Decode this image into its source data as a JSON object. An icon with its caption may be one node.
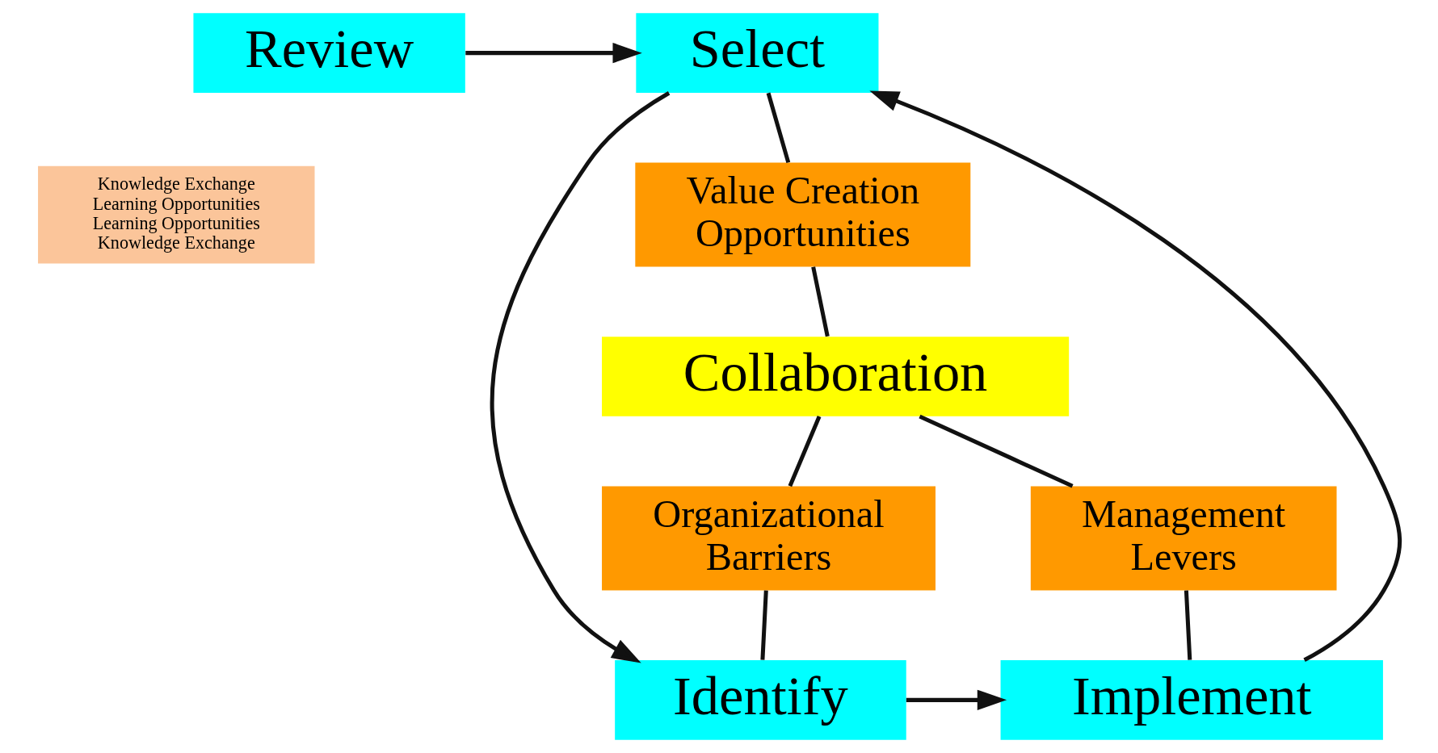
{
  "diagram": {
    "nodes": [
      {
        "text": [
          "Review"
        ]
      },
      {
        "text": [
          "Select"
        ]
      },
      {
        "text": [
          "Value Creation Opportunities"
        ]
      },
      {
        "text": [
          "Collaboration"
        ]
      },
      {
        "text": [
          "Management Levers"
        ]
      },
      {
        "text": [
          "Organizational Barriers"
        ]
      },
      {
        "text": [
          "Implement"
        ]
      },
      {
        "text": [
          "Identify"
        ]
      },
      {
        "text": [
          "Knowledge Exchange",
          "Learning Opportunities",
          "Learning Opportunities",
          "Knowledge Exchange"
        ]
      }
    ],
    "edges": [
      {
        "from": 0,
        "to": 1,
        "arrow": "to"
      },
      {
        "from": 1,
        "to": 7,
        "arrow": "to"
      },
      {
        "from": 7,
        "to": 6,
        "arrow": "to"
      },
      {
        "from": 6,
        "to": 1,
        "arrow": "to"
      },
      {
        "from": 1,
        "to": 2,
        "arrow": "none"
      },
      {
        "from": 2,
        "to": 3,
        "arrow": "none"
      },
      {
        "from": 3,
        "to": 4,
        "arrow": "none"
      },
      {
        "from": 4,
        "to": 6,
        "arrow": "none"
      },
      {
        "from": 3,
        "to": 5,
        "arrow": "none"
      },
      {
        "from": 5,
        "to": 7,
        "arrow": "none"
      }
    ]
  }
}
